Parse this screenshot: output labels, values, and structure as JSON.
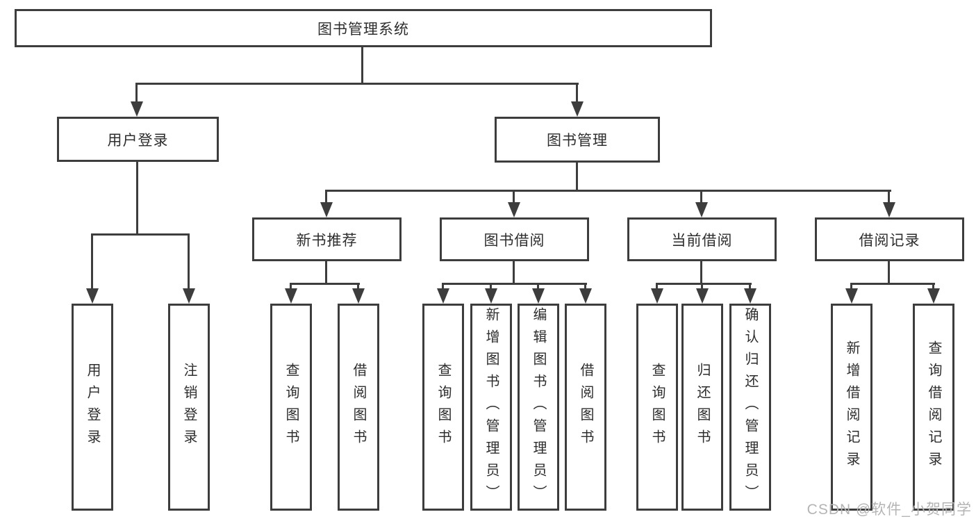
{
  "diagram": {
    "title": "图书管理系统",
    "level2": {
      "user_login": "用户登录",
      "book_management": "图书管理"
    },
    "level3": {
      "new_book_recommend": "新书推荐",
      "book_borrow": "图书借阅",
      "current_borrow": "当前借阅",
      "borrow_records": "借阅记录"
    },
    "leaves": {
      "user_login": [
        "用户登录",
        "注销登录"
      ],
      "new_book_recommend": [
        "查询图书",
        "借阅图书"
      ],
      "book_borrow": [
        "查询图书",
        "新增图书（管理员）",
        "编辑图书（管理员）",
        "借阅图书"
      ],
      "current_borrow": [
        "查询图书",
        "归还图书",
        "确认归还（管理员）"
      ],
      "borrow_records": [
        "新增借阅记录",
        "查询借阅记录"
      ]
    },
    "hierarchy": {
      "图书管理系统": [
        "用户登录",
        "图书管理"
      ],
      "用户登录": [
        "用户登录",
        "注销登录"
      ],
      "图书管理": [
        "新书推荐",
        "图书借阅",
        "当前借阅",
        "借阅记录"
      ],
      "新书推荐": [
        "查询图书",
        "借阅图书"
      ],
      "图书借阅": [
        "查询图书",
        "新增图书（管理员）",
        "编辑图书（管理员）",
        "借阅图书"
      ],
      "当前借阅": [
        "查询图书",
        "归还图书",
        "确认归还（管理员）"
      ],
      "借阅记录": [
        "新增借阅记录",
        "查询借阅记录"
      ]
    },
    "colors": {
      "line": "#3d3d3d",
      "text": "#2d2d2d",
      "watermark": "#b4b4b4",
      "background": "#ffffff"
    }
  },
  "watermark": "CSDN @软件_小贺同学"
}
